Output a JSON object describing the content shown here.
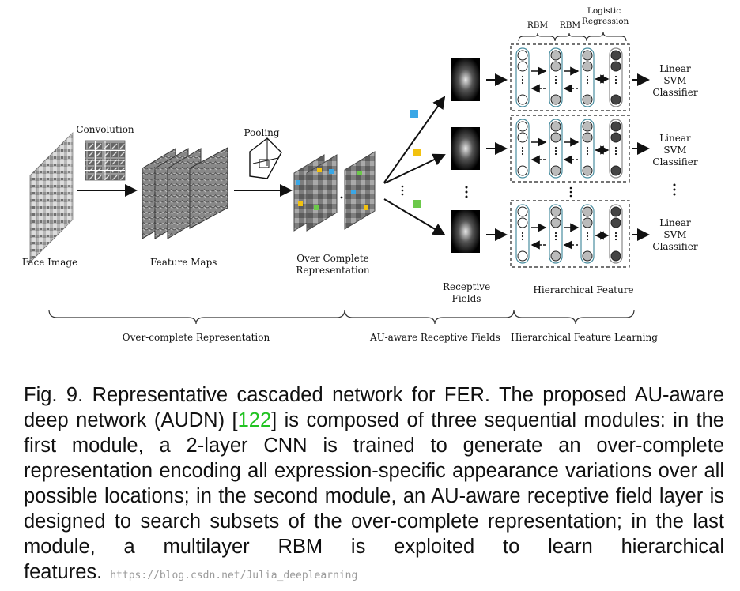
{
  "figure": {
    "labels": {
      "convolution": "Convolution",
      "pooling": "Pooling",
      "face_image": "Face Image",
      "feature_maps": "Feature Maps",
      "over_complete_rep_1": "Over Complete",
      "over_complete_rep_2": "Representation",
      "receptive_1": "Receptive",
      "receptive_2": "Fields",
      "rbm_1": "RBM",
      "rbm_2": "RBM",
      "logistic_1": "Logistic",
      "logistic_2": "Regression",
      "classifier_line1": "Linear",
      "classifier_line2": "SVM",
      "classifier_line3": "Classifier",
      "hierarchical_feature": "Hierarchical Feature",
      "module_1": "Over-complete Representation",
      "module_2": "AU-aware Receptive Fields",
      "module_3": "Hierarchical Feature Learning"
    },
    "colors": {
      "blue": "#3aa7e6",
      "yellow": "#f2c20f",
      "green": "#6cc94a"
    }
  },
  "caption": {
    "prefix": "Fig. 9. Representative cascaded network for FER. The proposed AU-aware deep network (AUDN) [",
    "ref": "122",
    "suffix": "] is composed of three sequential modules: in the first module, a 2-layer CNN is trained to generate an over-complete representation encoding all expression-specific appearance variations over all possible locations; in the second module, an AU-aware receptive field layer is designed to search subsets of the over-complete representation; in the last module, a multilayer RBM is exploited to learn hierarchical features.",
    "watermark": "https://blog.csdn.net/Julia_deeplearning"
  }
}
